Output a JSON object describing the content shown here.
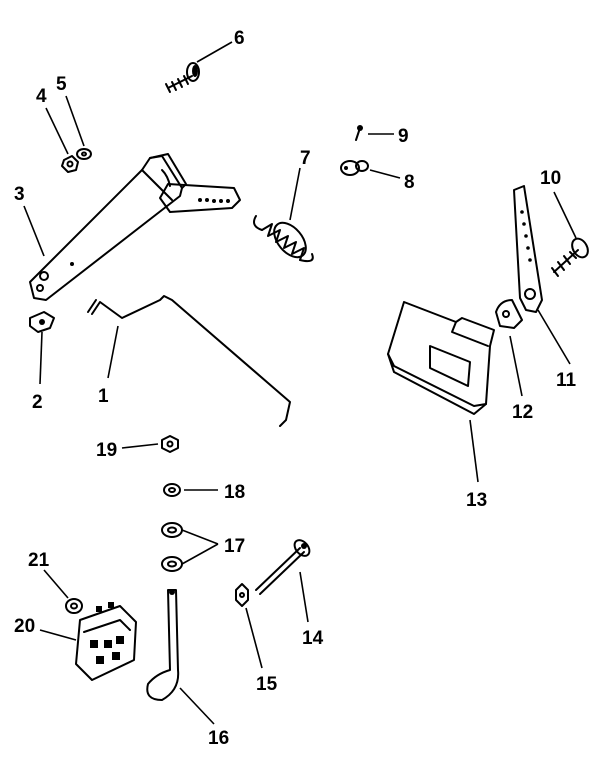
{
  "diagram": {
    "callouts": [
      "1",
      "2",
      "3",
      "4",
      "5",
      "6",
      "7",
      "8",
      "9",
      "10",
      "11",
      "12",
      "13",
      "14",
      "15",
      "16",
      "17",
      "18",
      "19",
      "20",
      "21"
    ]
  },
  "colors": {
    "ink": "#000000",
    "paper": "#ffffff"
  }
}
